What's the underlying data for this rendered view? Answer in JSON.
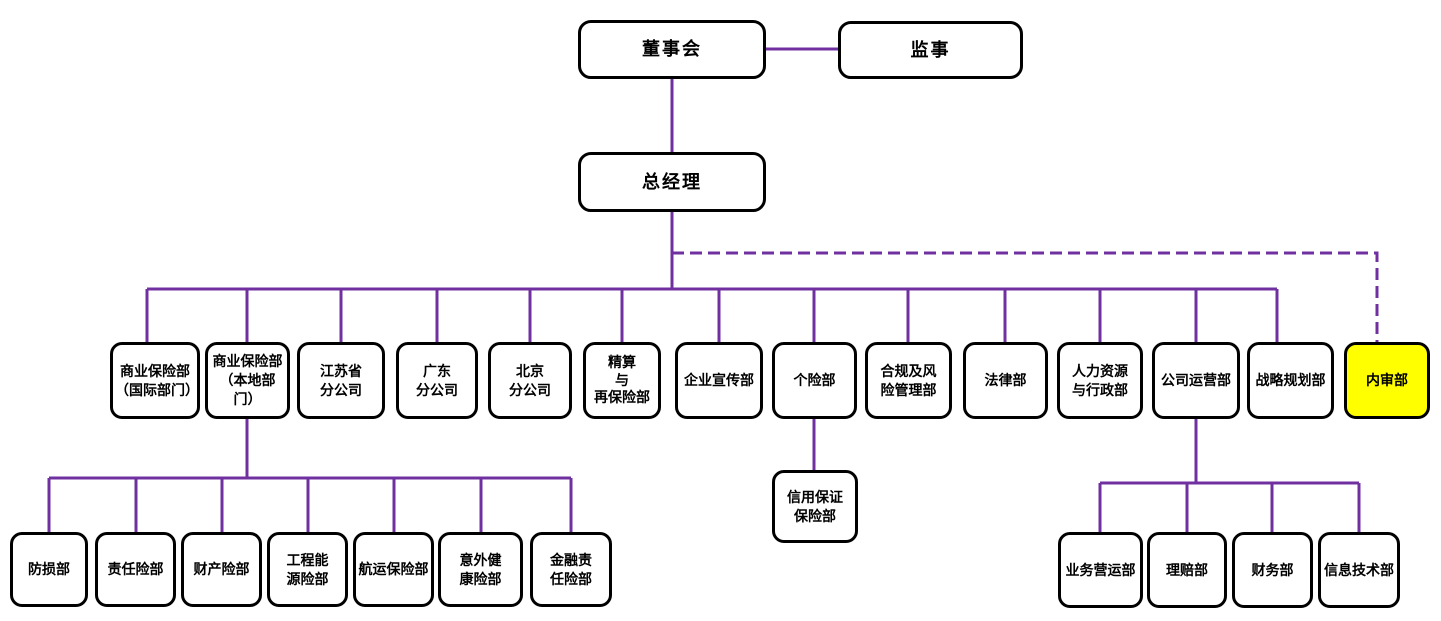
{
  "diagram": {
    "type": "organization-chart",
    "colors": {
      "connector": "#7030A0",
      "box_border": "#000000",
      "box_fill": "#ffffff",
      "highlight_fill": "#ffff00",
      "text": "#000000",
      "background": "#ffffff"
    },
    "top": {
      "board": {
        "label": "董事会"
      },
      "supervisors": {
        "label": "监事"
      },
      "general_manager": {
        "label": "总经理"
      }
    },
    "departments": [
      {
        "label": "商业保险部\n（国际部门）",
        "reporting": "solid"
      },
      {
        "label": "商业保险部\n（本地部门）",
        "reporting": "solid"
      },
      {
        "label": "江苏省\n分公司",
        "reporting": "solid"
      },
      {
        "label": "广东\n分公司",
        "reporting": "solid"
      },
      {
        "label": "北京\n分公司",
        "reporting": "solid"
      },
      {
        "label": "精算\n与\n再保险部",
        "reporting": "solid"
      },
      {
        "label": "企业宣传部",
        "reporting": "solid"
      },
      {
        "label": "个险部",
        "reporting": "solid"
      },
      {
        "label": "合规及风\n险管理部",
        "reporting": "solid"
      },
      {
        "label": "法律部",
        "reporting": "solid"
      },
      {
        "label": "人力资源\n与行政部",
        "reporting": "solid"
      },
      {
        "label": "公司运营部",
        "reporting": "solid"
      },
      {
        "label": "战略规划部",
        "reporting": "solid"
      },
      {
        "label": "内审部",
        "reporting": "dashed",
        "highlight": true
      }
    ],
    "local_commercial_sub": [
      {
        "label": "防损部"
      },
      {
        "label": "责任险部"
      },
      {
        "label": "财产险部"
      },
      {
        "label": "工程能\n源险部"
      },
      {
        "label": "航运保险部"
      },
      {
        "label": "意外健\n康险部"
      },
      {
        "label": "金融责\n任险部"
      }
    ],
    "personal_insurance_sub": [
      {
        "label": "信用保证\n保险部"
      }
    ],
    "operations_sub": [
      {
        "label": "业务营运部"
      },
      {
        "label": "理赔部"
      },
      {
        "label": "财务部"
      },
      {
        "label": "信息技术部"
      }
    ]
  }
}
